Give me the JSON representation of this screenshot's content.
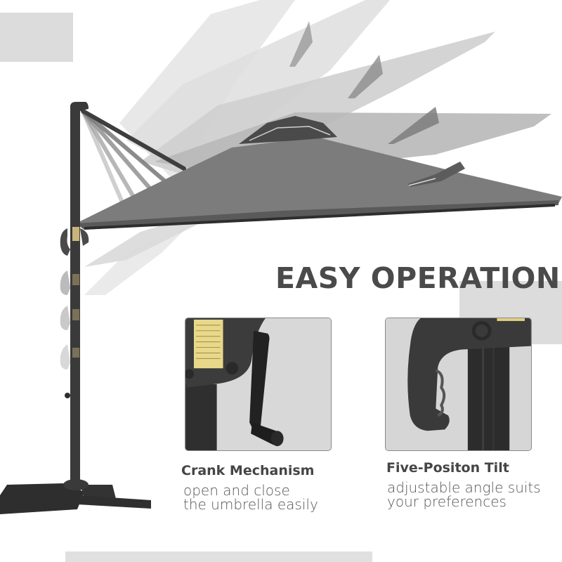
{
  "headline": "EASY OPERATION",
  "colors": {
    "text_dark": "#4a4a4a",
    "text_body": "#555555",
    "canopy_main": "#7a7a7a",
    "pole": "#3a3a3a",
    "accent_block": "#dcdcdc",
    "brass_band": "#c9b47a"
  },
  "illustration": {
    "subject": "cantilever-umbrella",
    "canopy_positions_shown": 5,
    "canopy_color": "grey"
  },
  "features": [
    {
      "title": "Crank Mechanism",
      "description_lines": [
        "open and close",
        "the umbrella  easily"
      ],
      "photo": "crank-handle-closeup"
    },
    {
      "title": "Five-Positon Tilt",
      "description_lines": [
        "adjustable angle suits",
        "your preferences"
      ],
      "photo": "tilt-handle-closeup"
    }
  ]
}
